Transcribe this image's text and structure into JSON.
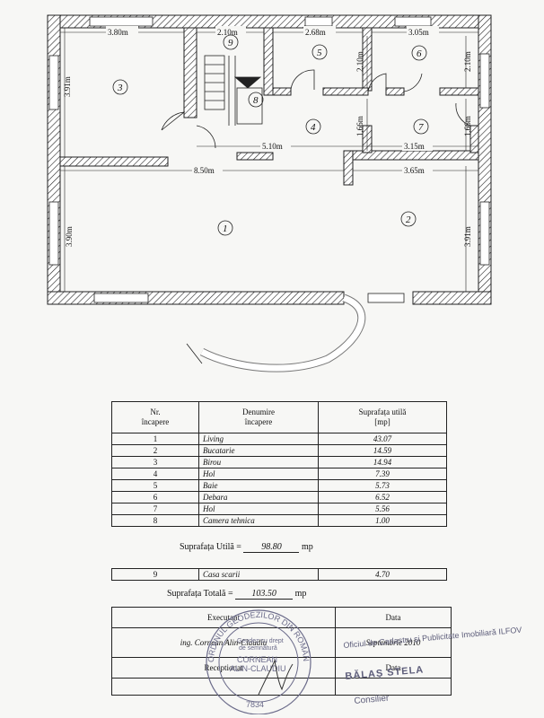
{
  "plan": {
    "dimensions": {
      "d1": "3.80m",
      "d2": "2.10m",
      "d3": "2.68m",
      "d4": "3.05m",
      "d5": "3.91m",
      "d6": "2.10m",
      "d7": "2.10m",
      "d8": "1.66m",
      "d9": "1.66m",
      "d10": "5.10m",
      "d11": "3.15m",
      "d12": "8.50m",
      "d13": "3.65m",
      "d14": "3.90m",
      "d15": "3.91m"
    },
    "room_numbers": [
      "1",
      "2",
      "3",
      "4",
      "5",
      "6",
      "7",
      "8",
      "9"
    ]
  },
  "table": {
    "headers": {
      "nr": "Nr.\nîncapere",
      "name": "Denumire\nîncapere",
      "area": "Suprafața utilă\n[mp]"
    },
    "rows": [
      {
        "nr": "1",
        "name": "Living",
        "area": "43.07"
      },
      {
        "nr": "2",
        "name": "Bucatarie",
        "area": "14.59"
      },
      {
        "nr": "3",
        "name": "Birou",
        "area": "14.94"
      },
      {
        "nr": "4",
        "name": "Hol",
        "area": "7.39"
      },
      {
        "nr": "5",
        "name": "Baie",
        "area": "5.73"
      },
      {
        "nr": "6",
        "name": "Debara",
        "area": "6.52"
      },
      {
        "nr": "7",
        "name": "Hol",
        "area": "5.56"
      },
      {
        "nr": "8",
        "name": "Camera tehnica",
        "area": "1.00"
      }
    ]
  },
  "useful_area": {
    "label": "Suprafața Utilă =",
    "value": "98.80",
    "unit": "mp"
  },
  "stair_row": {
    "nr": "9",
    "name": "Casa scarii",
    "area": "4.70"
  },
  "total_area": {
    "label": "Suprafața Totală =",
    "value": "103.50",
    "unit": "mp"
  },
  "signatures": {
    "executant_label": "Executant",
    "data_label": "Data",
    "executant_name": "ing. Cornean Alin-Claudiu",
    "executant_date": "Septembrie 2010",
    "receptionat_label": "Receptionat",
    "data_label_2": "Data"
  },
  "stamp": {
    "ring_text": "ORDINUL GEODEZILOR DIN ROMÂNIA",
    "inner_1": "Geodez cu drept",
    "inner_2": "de semnătură",
    "name_1": "CORNEAN",
    "name_2": "ALIN-CLAUDIU",
    "number": "7834"
  },
  "ocpi": {
    "line": "Oficiul de Cadastru și Publicitate Imobiliară ILFOV",
    "name": "BĂLAȘ STELA",
    "role": "Consilier"
  }
}
